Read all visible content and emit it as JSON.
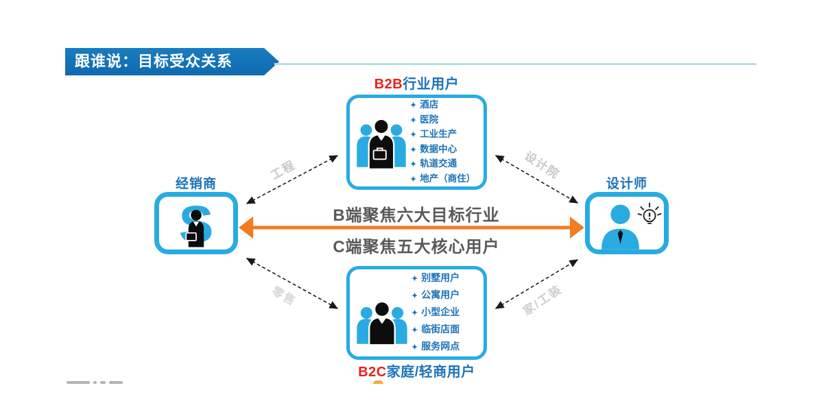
{
  "slide": {
    "title": "跟谁说：目标受众关系"
  },
  "bullets": {
    "glyph": "✦"
  },
  "b2b": {
    "title_prefix": "B2B",
    "title_rest": "行业用户",
    "items": [
      "酒店",
      "医院",
      "工业生产",
      "数据中心",
      "轨道交通",
      "地产（商住）"
    ]
  },
  "b2c": {
    "title_prefix": "B2C",
    "title_rest": "家庭/轻商用户",
    "items": [
      "别墅用户",
      "公寓用户",
      "小型企业",
      "临街店面",
      "服务网点"
    ]
  },
  "nodes": {
    "distributor": "经销商",
    "distributor_symbol": "S",
    "designer": "设计师"
  },
  "center": {
    "line1": "B端聚焦六大目标行业",
    "line2": "C端聚焦五大核心用户"
  },
  "connectors": {
    "top_left": "工程",
    "top_right": "设计院",
    "bottom_left": "零售",
    "bottom_right": "家/工装"
  },
  "colors": {
    "banner_blue": "#1273b6",
    "box_border_cyan": "#29abe2",
    "text_blue": "#1b72b8",
    "accent_red": "#e8211d",
    "arrow_orange": "#f47b20",
    "center_text_gray": "#58595b",
    "edge_label_gray": "#c7c7c7",
    "divider_teal": "#b5dfe2"
  }
}
